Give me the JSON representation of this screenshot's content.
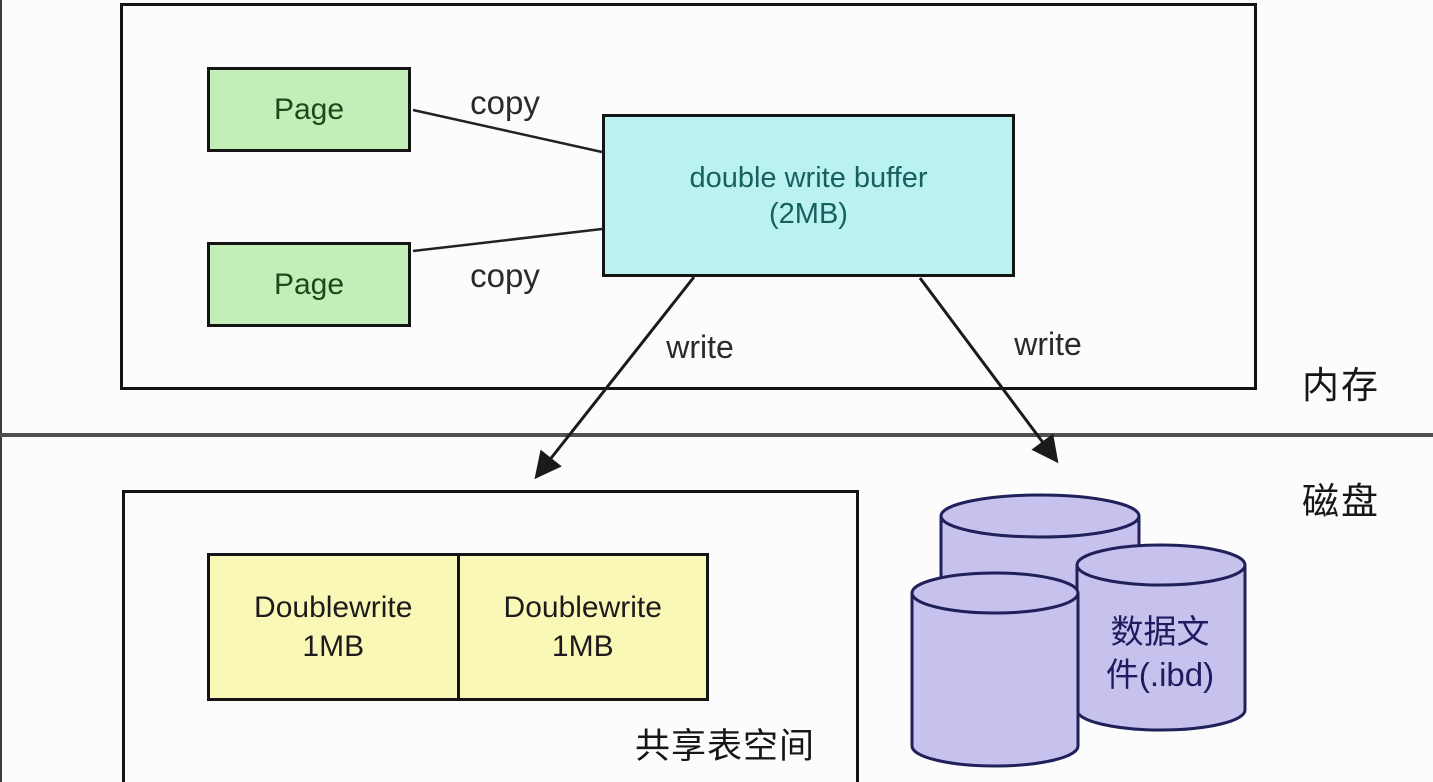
{
  "diagram": {
    "title_semantics": "MySQL InnoDB doublewrite buffer flow",
    "memory_region": {
      "label": "内存",
      "pages": [
        {
          "label": "Page"
        },
        {
          "label": "Page"
        }
      ],
      "buffer": {
        "line1": "double write buffer",
        "line2": "(2MB)"
      },
      "copy_labels": [
        "copy",
        "copy"
      ]
    },
    "disk_region": {
      "label": "磁盘",
      "write_labels": [
        "write",
        "write"
      ],
      "shared_tablespace": {
        "label": "共享表空间",
        "segments": [
          {
            "line1": "Doublewrite",
            "line2": "1MB"
          },
          {
            "line1": "Doublewrite",
            "line2": "1MB"
          }
        ]
      },
      "data_files": {
        "line1": "数据文",
        "line2": "件(.ibd)"
      }
    },
    "colors": {
      "page_fill": "#c3eeb8",
      "page_text": "#1b4a1b",
      "buffer_fill": "#b9f2f1",
      "buffer_text": "#176060",
      "segment_fill": "#f9f8b6",
      "cylinder_fill": "#c6c2ed",
      "cylinder_stroke": "#20205a",
      "cylinder_text": "#1c1c5e",
      "line": "#222222",
      "separator": "#4f4f4f"
    }
  }
}
